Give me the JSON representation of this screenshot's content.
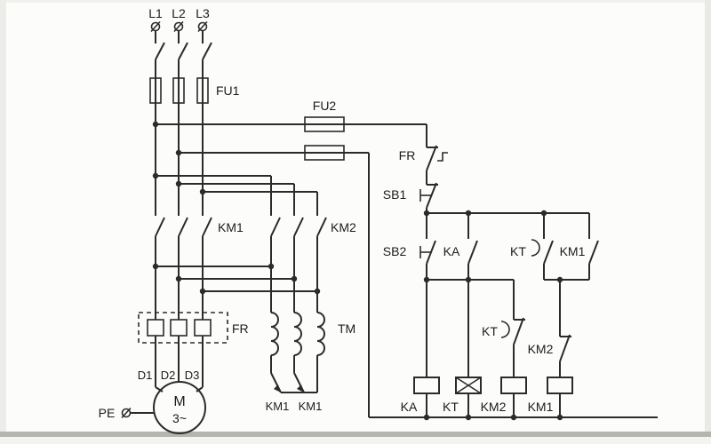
{
  "colors": {
    "line": "#2b2b2b",
    "background": "#fcfcfb",
    "photo_edge": "#b5b5af"
  },
  "main_circuit": {
    "phases": [
      "L1",
      "L2",
      "L3"
    ],
    "main_fuse": "FU1",
    "control_fuse": "FU2",
    "run_contactor": "KM1",
    "start_contactor": "KM2",
    "thermal_relay": "FR",
    "autotransformer": "TM",
    "star_contacts": [
      "KM1",
      "KM1"
    ],
    "motor_terminals": [
      "D1",
      "D2",
      "D3"
    ],
    "ground_label": "PE",
    "motor_label": "M",
    "motor_phase_label": "3~"
  },
  "control_circuit": {
    "thermal_contact": "FR",
    "stop_button": "SB1",
    "start_button": "SB2",
    "relay_contact": "KA",
    "timer_instant_contact": "KT",
    "selfhold_contact": "KM1",
    "timer_delayed_contact": "KT",
    "interlock_contact": "KM2",
    "coil_labels": [
      "KA",
      "KT",
      "KM2",
      "KM1"
    ]
  }
}
